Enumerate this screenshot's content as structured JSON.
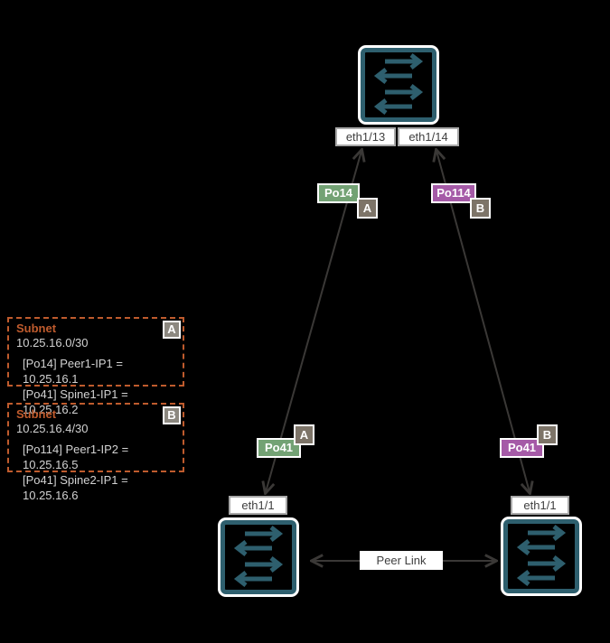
{
  "colors": {
    "background": "#000000",
    "switch_border": "#2e5f6e",
    "link_line": "#3a3836",
    "po_green": "#73a274",
    "po_purple": "#a55aa7",
    "zone_badge_gray": "#7d7468",
    "subnet_badge_gray": "#8c8880",
    "subnet_orange": "#bf5b2d",
    "label_text": "#3f3f3f",
    "subnet_text": "#d2d2d2"
  },
  "nodes": {
    "spine": {
      "ports": {
        "left": "eth1/13",
        "right": "eth1/14"
      }
    },
    "leaf_left": {
      "port": "eth1/1"
    },
    "leaf_right": {
      "port": "eth1/1"
    }
  },
  "port_channels": {
    "spine_left": {
      "label": "Po14",
      "zone": "A"
    },
    "spine_right": {
      "label": "Po114",
      "zone": "B"
    },
    "leaf_left": {
      "label": "Po41",
      "zone": "A"
    },
    "leaf_right": {
      "label": "Po41",
      "zone": "B"
    }
  },
  "peer_link": {
    "label": "Peer Link"
  },
  "subnets": [
    {
      "title": "Subnet",
      "cidr": "10.25.16.0/30",
      "zone": "A",
      "entries": [
        "[Po14] Peer1-IP1 = 10.25.16.1",
        "[Po41] Spine1-IP1 = 10.25.16.2"
      ]
    },
    {
      "title": "Subnet",
      "cidr": "10.25.16.4/30",
      "zone": "B",
      "entries": [
        "[Po114] Peer1-IP2 = 10.25.16.5",
        "[Po41] Spine2-IP1 = 10.25.16.6"
      ]
    }
  ]
}
